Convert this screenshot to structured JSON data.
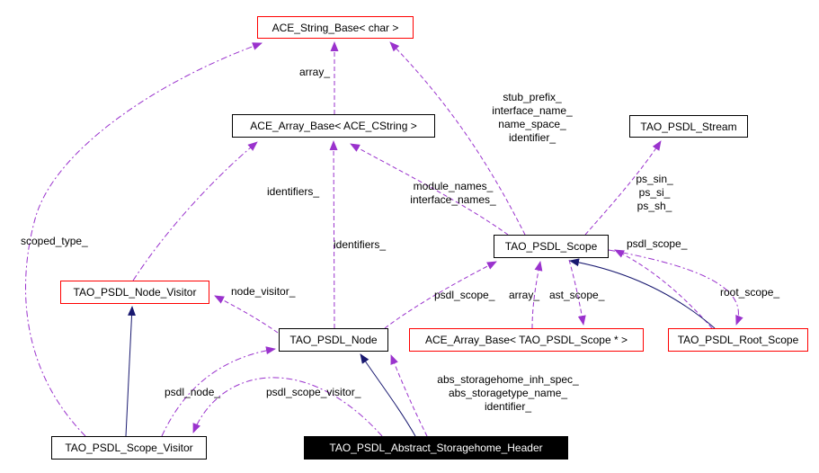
{
  "colors": {
    "background": "#ffffff",
    "box_border": "#000000",
    "box_link_border": "#ff0000",
    "box_fill": "#ffffff",
    "current_node_fill": "#000000",
    "current_node_text": "#ffffff",
    "text": "#000000",
    "edge_usage": "#9a32cd",
    "edge_inheritance": "#191970"
  },
  "nodes": {
    "ace_string_base": {
      "label": "ACE_String_Base< char >"
    },
    "ace_array_base_cstring": {
      "label": "ACE_Array_Base< ACE_CString >"
    },
    "tao_psdl_stream": {
      "label": "TAO_PSDL_Stream"
    },
    "tao_psdl_scope": {
      "label": "TAO_PSDL_Scope"
    },
    "tao_psdl_node_visitor": {
      "label": "TAO_PSDL_Node_Visitor"
    },
    "tao_psdl_node": {
      "label": "TAO_PSDL_Node"
    },
    "ace_array_base_scope": {
      "label": "ACE_Array_Base< TAO_PSDL_Scope * >"
    },
    "tao_psdl_root_scope": {
      "label": "TAO_PSDL_Root_Scope"
    },
    "tao_psdl_scope_visitor": {
      "label": "TAO_PSDL_Scope_Visitor"
    },
    "tao_psdl_abstract_storagehome_header": {
      "label": "TAO_PSDL_Abstract_Storagehome_Header"
    }
  },
  "edge_labels": {
    "array_to_string": "array_",
    "scope_to_string": [
      "stub_prefix_",
      "interface_name_",
      "name_space_",
      "identifier_"
    ],
    "node_visitor_identifiers": "identifiers_",
    "scope_to_array_cstring": [
      "module_names_",
      "interface_names_"
    ],
    "scope_to_stream": [
      "ps_sin_",
      "ps_si_",
      "ps_sh_"
    ],
    "scoped_type": "scoped_type_",
    "node_identifiers": "identifiers_",
    "root_to_scope": "psdl_scope_",
    "node_visitor": "node_visitor_",
    "node_to_scope": "psdl_scope_",
    "array_to_scope": "array_",
    "ast_scope": "ast_scope_",
    "root_scope": "root_scope_",
    "psdl_node": "psdl_node_",
    "psdl_scope_visitor": "psdl_scope_visitor_",
    "header_members": [
      "abs_storagehome_inh_spec_",
      "abs_storagetype_name_",
      "identifier_"
    ]
  }
}
